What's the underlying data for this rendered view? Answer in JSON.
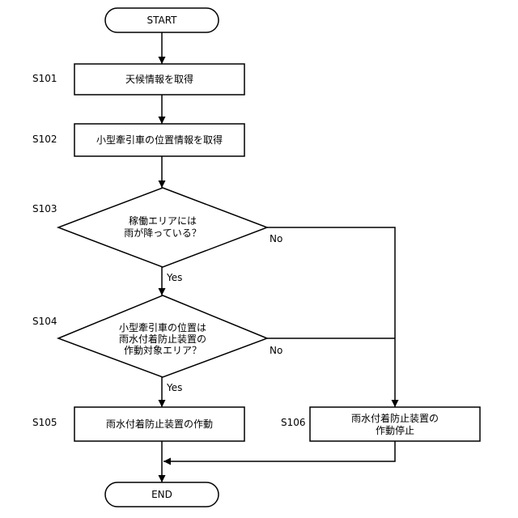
{
  "start": "START",
  "end": "END",
  "steps": {
    "s101": {
      "id": "S101",
      "text": "天候情報を取得"
    },
    "s102": {
      "id": "S102",
      "text": "小型牽引車の位置情報を取得"
    },
    "s103": {
      "id": "S103",
      "lines": [
        "稼働エリアには",
        "雨が降っている？"
      ]
    },
    "s104": {
      "id": "S104",
      "lines": [
        "小型牽引車の位置は",
        "雨水付着防止装置の",
        "作動対象エリア？"
      ]
    },
    "s105": {
      "id": "S105",
      "text": "雨水付着防止装置の作動"
    },
    "s106": {
      "id": "S106",
      "lines": [
        "雨水付着防止装置の",
        "作動停止"
      ]
    }
  },
  "branches": {
    "s103_yes": "Yes",
    "s103_no": "No",
    "s104_yes": "Yes",
    "s104_no": "No"
  }
}
